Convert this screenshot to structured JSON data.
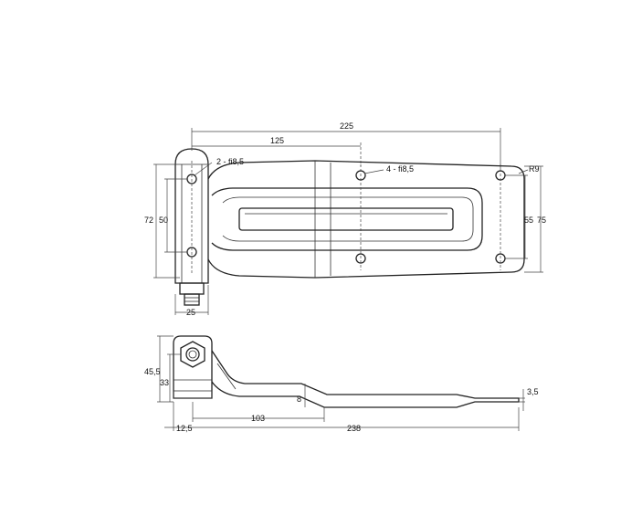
{
  "drawing": {
    "top_view": {
      "overall_length": "225",
      "hole_offset": "125",
      "pin_holes": "2 - fi8,5",
      "mount_holes": "4 - fi8,5",
      "corner_radius": "R9",
      "height_outer": "72",
      "height_inner": "50",
      "pin_width": "25",
      "hole_spacing": "55",
      "plate_height": "75"
    },
    "side_view": {
      "total_height": "45,5",
      "pin_height": "33",
      "offset": "8",
      "thickness": "3,5",
      "back": "12,5",
      "bend_distance": "103",
      "total_length": "238"
    }
  }
}
